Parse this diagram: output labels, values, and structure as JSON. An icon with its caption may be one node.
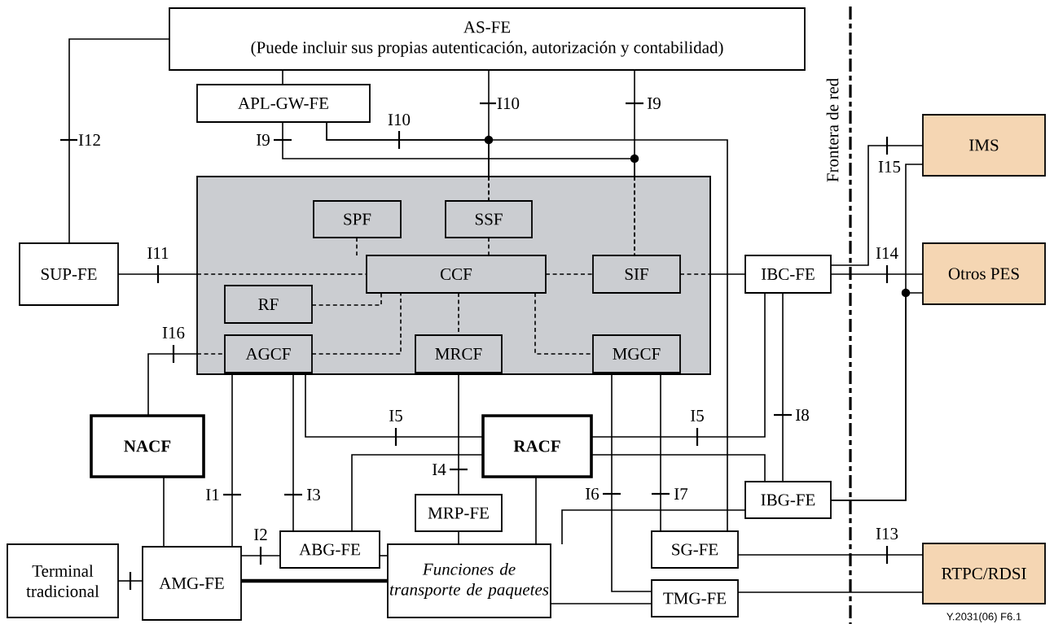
{
  "diagram": {
    "nodes": [
      {
        "text": [
          "AS-FE",
          "(Puede incluir sus propias autenticación, autorización y contabilidad)"
        ]
      },
      {
        "text": [
          "APL-GW-FE"
        ]
      },
      {
        "text": [],
        "shape": "box"
      },
      {
        "text": [
          "SPF"
        ],
        "in": 2
      },
      {
        "text": [
          "SSF"
        ],
        "in": 2
      },
      {
        "text": [
          "CCF"
        ],
        "in": 2
      },
      {
        "text": [
          "SIF"
        ],
        "in": 2
      },
      {
        "text": [
          "RF"
        ],
        "in": 2
      },
      {
        "text": [
          "AGCF"
        ],
        "in": 2
      },
      {
        "text": [
          "MRCF"
        ],
        "in": 2
      },
      {
        "text": [
          "MGCF"
        ],
        "in": 2
      },
      {
        "text": [
          "SUP-FE"
        ]
      },
      {
        "text": [
          "IBC-FE"
        ]
      },
      {
        "text": [
          "IMS"
        ]
      },
      {
        "text": [
          "Otros PES"
        ]
      },
      {
        "text": [
          "NACF"
        ]
      },
      {
        "text": [
          "RACF"
        ]
      },
      {
        "text": [
          "MRP-FE"
        ]
      },
      {
        "text": [
          "IBG-FE"
        ]
      },
      {
        "text": [
          "Terminal tradicional"
        ]
      },
      {
        "text": [
          "AMG-FE"
        ]
      },
      {
        "text": [
          "ABG-FE"
        ]
      },
      {
        "text": [
          "Funciones de transporte de paquetes"
        ]
      },
      {
        "text": [
          "SG-FE"
        ]
      },
      {
        "text": [
          "TMG-FE"
        ]
      },
      {
        "text": [
          "RTPC/RDSI"
        ]
      }
    ],
    "edges": [
      {
        "from": 0,
        "to": 11,
        "arrow": "none",
        "label": "I12"
      },
      {
        "from": 0,
        "to": 1,
        "arrow": "none"
      },
      {
        "from": 0,
        "to": 4,
        "arrow": "none",
        "label": "I10"
      },
      {
        "from": 1,
        "to": 4,
        "arrow": "none",
        "label": "I10"
      },
      {
        "from": 1,
        "to": 23,
        "arrow": "none"
      },
      {
        "from": 0,
        "to": 6,
        "arrow": "none",
        "label": "I9"
      },
      {
        "from": 1,
        "to": 6,
        "arrow": "none",
        "label": "I9"
      },
      {
        "from": 3,
        "to": 5,
        "arrow": "none",
        "style": "dashed"
      },
      {
        "from": 4,
        "to": 5,
        "arrow": "none",
        "style": "dashed"
      },
      {
        "from": 11,
        "to": 5,
        "arrow": "none",
        "label": "I11",
        "style": "dashed"
      },
      {
        "from": 5,
        "to": 6,
        "arrow": "none",
        "style": "dashed"
      },
      {
        "from": 6,
        "to": 12,
        "arrow": "none"
      },
      {
        "from": 7,
        "to": 5,
        "arrow": "none",
        "style": "dashed"
      },
      {
        "from": 8,
        "to": 5,
        "arrow": "none",
        "style": "dashed"
      },
      {
        "from": 5,
        "to": 9,
        "arrow": "none",
        "style": "dashed"
      },
      {
        "from": 5,
        "to": 10,
        "arrow": "none",
        "style": "dashed"
      },
      {
        "from": 15,
        "to": 8,
        "arrow": "none",
        "label": "I16"
      },
      {
        "from": 9,
        "to": 17,
        "arrow": "none",
        "label": "I4"
      },
      {
        "from": 8,
        "to": 20,
        "arrow": "none",
        "label": "I1"
      },
      {
        "from": 8,
        "to": 21,
        "arrow": "none",
        "label": "I3"
      },
      {
        "from": 8,
        "to": 16,
        "arrow": "none",
        "label": "I5"
      },
      {
        "from": 10,
        "to": 24,
        "arrow": "none",
        "label": "I6"
      },
      {
        "from": 10,
        "to": 23,
        "arrow": "none",
        "label": "I7"
      },
      {
        "from": 16,
        "to": 12,
        "arrow": "none",
        "label": "I5"
      },
      {
        "from": 16,
        "to": 18,
        "arrow": "none"
      },
      {
        "from": 12,
        "to": 18,
        "arrow": "none",
        "label": "I8"
      },
      {
        "from": 16,
        "to": 21,
        "arrow": "none"
      },
      {
        "from": 16,
        "to": 22,
        "arrow": "none"
      },
      {
        "from": 17,
        "to": 22,
        "arrow": "none"
      },
      {
        "from": 15,
        "to": 20,
        "arrow": "none"
      },
      {
        "from": 19,
        "to": 20,
        "arrow": "none"
      },
      {
        "from": 20,
        "to": 21,
        "arrow": "none",
        "label": "I2"
      },
      {
        "from": 21,
        "to": 22,
        "arrow": "none"
      },
      {
        "from": 20,
        "to": 22,
        "arrow": "none",
        "style": "thick"
      },
      {
        "from": 22,
        "to": 24,
        "arrow": "none"
      },
      {
        "from": 22,
        "to": 18,
        "arrow": "none"
      },
      {
        "from": 23,
        "to": 25,
        "arrow": "none",
        "label": "I13"
      },
      {
        "from": 24,
        "to": 25,
        "arrow": "none"
      },
      {
        "from": 18,
        "to": 13,
        "arrow": "none"
      },
      {
        "from": 18,
        "to": 14,
        "arrow": "none"
      },
      {
        "from": 12,
        "to": 13,
        "arrow": "none",
        "label": "I15"
      },
      {
        "from": 12,
        "to": 14,
        "arrow": "none",
        "label": "I14"
      }
    ],
    "labels": [
      "Frontera de red",
      "Y.2031(06) F6.1"
    ]
  }
}
